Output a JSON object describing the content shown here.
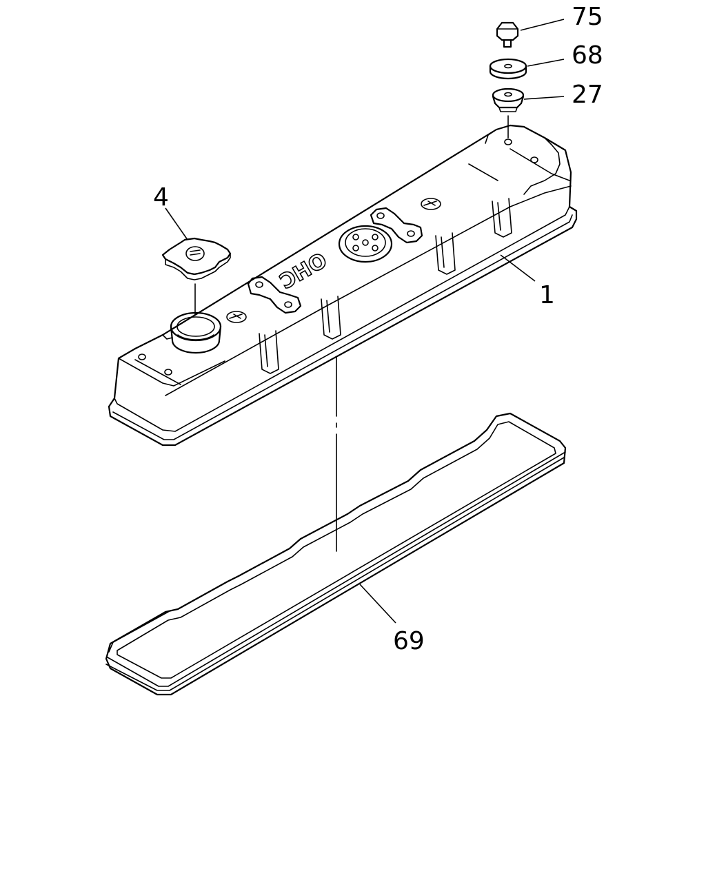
{
  "callouts": {
    "p75": "75",
    "p68": "68",
    "p27": "27",
    "p4": "4",
    "p1": "1",
    "p69": "69"
  },
  "emboss_text": "OHC"
}
